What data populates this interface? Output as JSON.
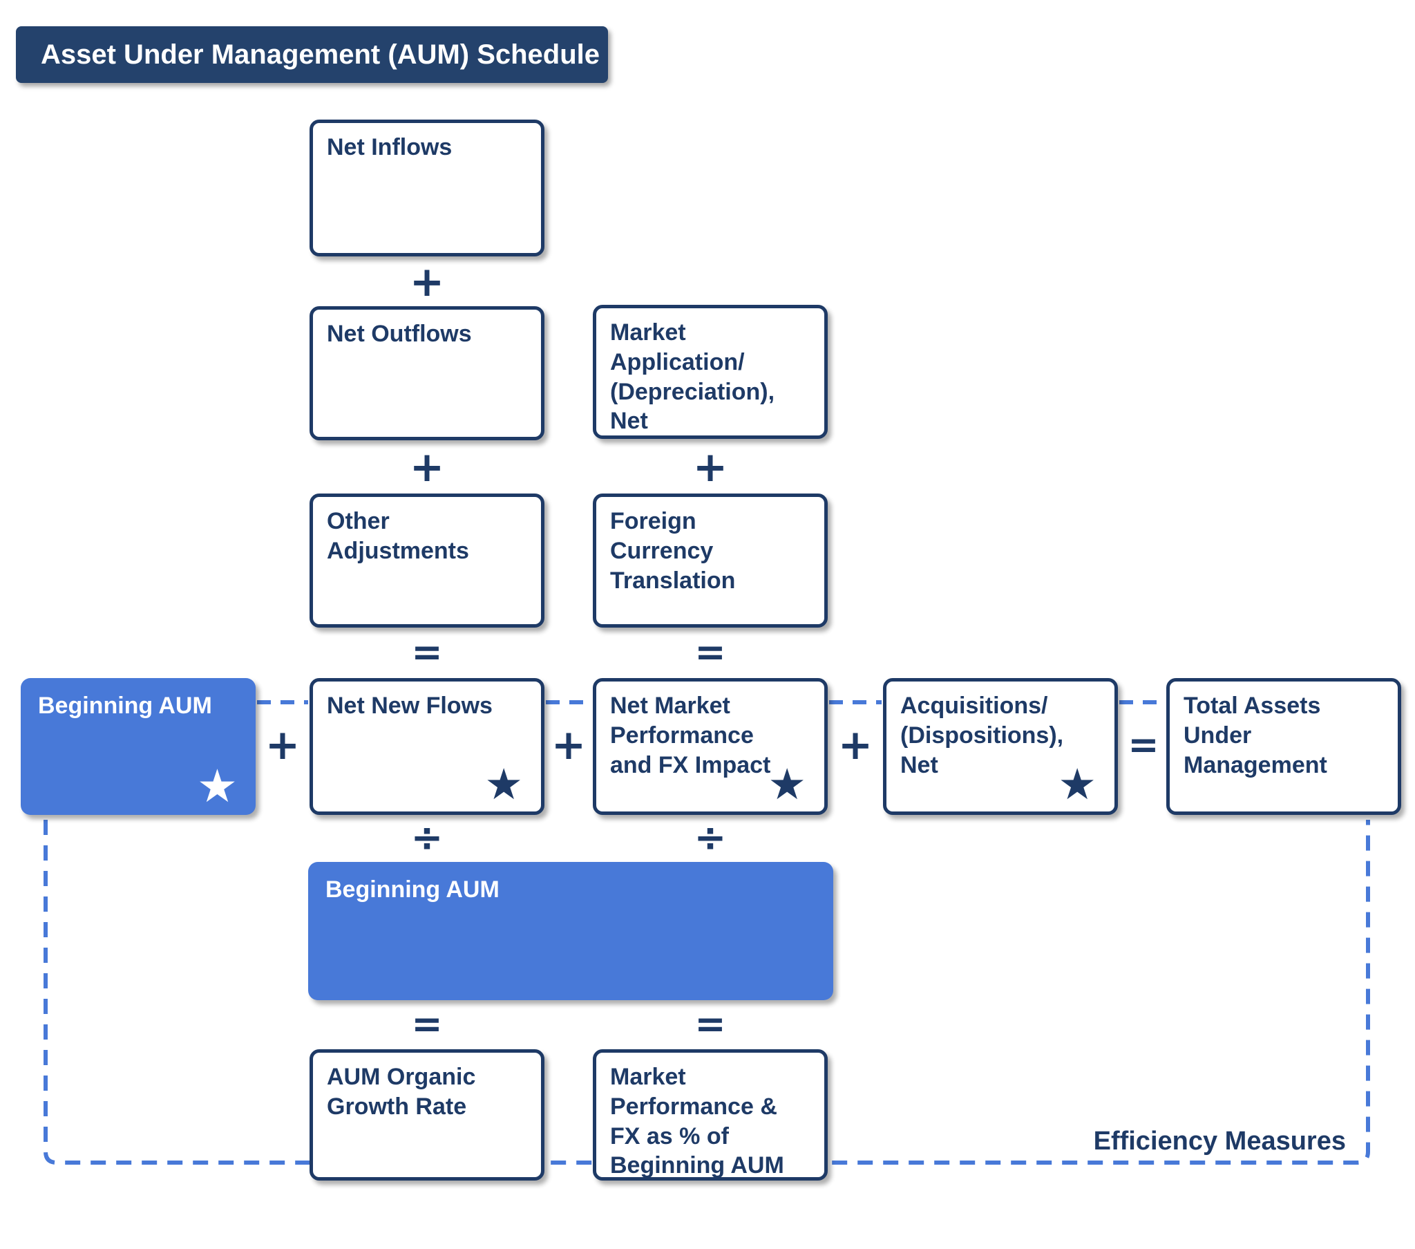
{
  "title": "Asset Under Management (AUM) Schedule",
  "colors": {
    "navy": "#1E3A66",
    "title_bar_bg": "#24426C",
    "accent_blue_fill": "#4879D8",
    "dashed_line_blue": "#4879D8",
    "box_bg": "#FFFFFF"
  },
  "operators": {
    "plus": "+",
    "equals": "=",
    "divide": "÷"
  },
  "icons": {
    "star": "★"
  },
  "boxes": {
    "net_inflows": {
      "label": "Net Inflows",
      "starred": false
    },
    "net_outflows": {
      "label": "Net Outflows",
      "starred": false
    },
    "market_application": {
      "label": "Market\nApplication/\n(Depreciation),\nNet",
      "starred": false
    },
    "other_adjustments": {
      "label": "Other\nAdjustments",
      "starred": false
    },
    "foreign_currency_translation": {
      "label": "Foreign\nCurrency\nTranslation",
      "starred": false
    },
    "beginning_aum_left": {
      "label": "Beginning AUM",
      "starred": true
    },
    "net_new_flows": {
      "label": "Net New Flows",
      "starred": true
    },
    "net_market_performance": {
      "label": "Net Market\nPerformance\nand FX Impact",
      "starred": true
    },
    "acquisitions": {
      "label": "Acquisitions/\n(Dispositions),\nNet",
      "starred": true
    },
    "total_assets": {
      "label": "Total Assets\nUnder\nManagement",
      "starred": false
    },
    "beginning_aum_wide": {
      "label": "Beginning AUM",
      "starred": false
    },
    "aum_organic_growth": {
      "label": "AUM Organic\nGrowth Rate",
      "starred": false
    },
    "market_perf_fx_pct": {
      "label": "Market\nPerformance &\nFX as % of\nBeginning AUM",
      "starred": false
    }
  },
  "annotations": {
    "efficiency_measures": "Efficiency Measures"
  }
}
